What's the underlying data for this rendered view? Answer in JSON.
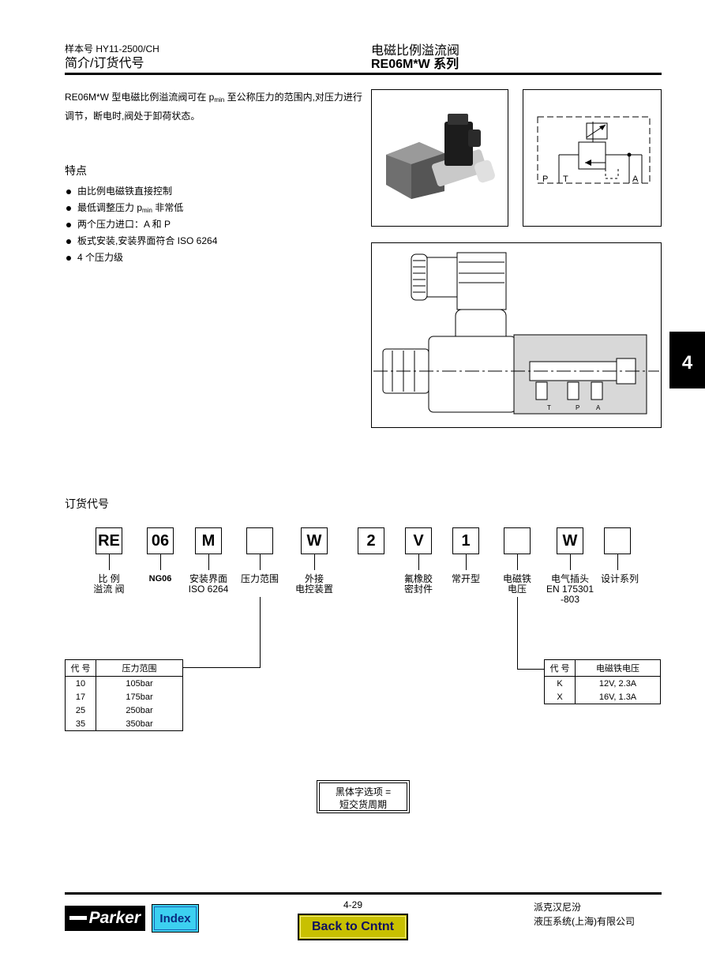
{
  "header": {
    "catalog_no": "样本号 HY11-2500/CH",
    "section": "简介/订货代号",
    "product": "电磁比例溢流阀",
    "series": "RE06M*W 系列"
  },
  "intro": {
    "part1": "RE06M*W 型电磁比例溢流阀可在 p",
    "sub": "min",
    "part2": " 至公称压力的范围内,对压力进行调节，断电时,阀处于卸荷状态。"
  },
  "features": {
    "title": "特点",
    "items": [
      {
        "text": "由比例电磁铁直接控制"
      },
      {
        "pre": "最低调整压力 p",
        "sub": "min",
        "post": " 非常低"
      },
      {
        "text": "两个压力进口：A 和 P"
      },
      {
        "text": "板式安装,安装界面符合 ISO 6264"
      },
      {
        "text": "4 个压力级"
      }
    ]
  },
  "symbol_labels": {
    "p": "P",
    "t": "T",
    "a": "A"
  },
  "section_labels": {
    "t": "T",
    "p": "P",
    "a": "A"
  },
  "side_tab": "4",
  "ordering": {
    "title": "订货代号",
    "codes": [
      "RE",
      "06",
      "M",
      "",
      "W",
      "2",
      "V",
      "1",
      "",
      "W",
      ""
    ],
    "labels": [
      "比 例\n溢流 阀",
      "NG06",
      "安装界面\nISO 6264",
      "压力范围",
      "外接\n电控装置",
      "",
      "氟橡胶\n密封件",
      "常开型",
      "电磁铁\n电压",
      "电气插头\nEN 175301\n-803",
      "设计系列"
    ]
  },
  "pressure_table": {
    "headers": [
      "代 号",
      "压力范围"
    ],
    "rows": [
      {
        "code": "10",
        "value": "105bar",
        "bold": false
      },
      {
        "code": "17",
        "value": "175bar",
        "bold": true
      },
      {
        "code": "25",
        "value": "250bar",
        "bold": false
      },
      {
        "code": "35",
        "value": "350bar",
        "bold": true
      }
    ]
  },
  "voltage_table": {
    "headers": [
      "代 号",
      "电磁铁电压"
    ],
    "rows": [
      {
        "code": "K",
        "value": "12V, 2.3A",
        "bold": true
      },
      {
        "code": "X",
        "value": "16V, 1.3A",
        "bold": false
      }
    ]
  },
  "note": {
    "line1": "黑体字选项 =",
    "line2": "短交货周期"
  },
  "footer": {
    "logo": "Parker",
    "index_label": "Index",
    "page": "4-29",
    "back_label": "Back to Cntnt",
    "company1": "派克汉尼汾",
    "company2": "液压系统(上海)有限公司"
  }
}
